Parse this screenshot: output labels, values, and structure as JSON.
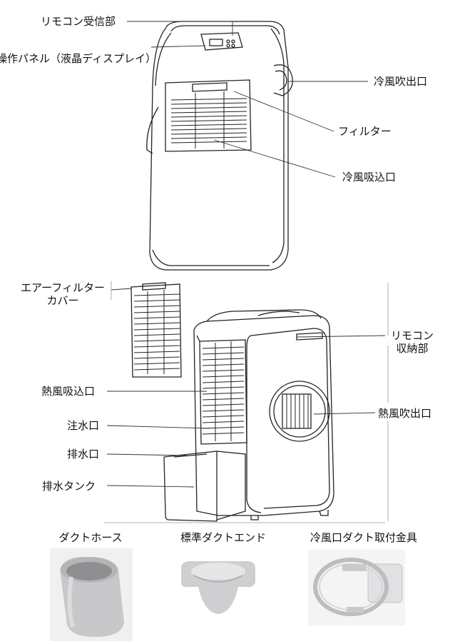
{
  "top_labels": {
    "remote_receiver": "リモコン受信部",
    "control_panel": "操作パネル（液晶ディスプレイ）",
    "cool_air_outlet": "冷風吹出口",
    "filter": "フィルター",
    "cool_air_intake": "冷風吸込口"
  },
  "rear_labels": {
    "air_filter_cover_line1": "エアーフィルター",
    "air_filter_cover_line2": "カバー",
    "remote_storage_line1": "リモコン",
    "remote_storage_line2": "収納部",
    "hot_air_intake": "熱風吸込口",
    "hot_air_outlet": "熱風吹出口",
    "water_inlet": "注水口",
    "drain": "排水口",
    "drain_tank": "排水タンク"
  },
  "accessories": [
    {
      "label": "ダクトホース"
    },
    {
      "label": "標準ダクトエンド"
    },
    {
      "label": "冷風口ダクト取付金具"
    }
  ]
}
